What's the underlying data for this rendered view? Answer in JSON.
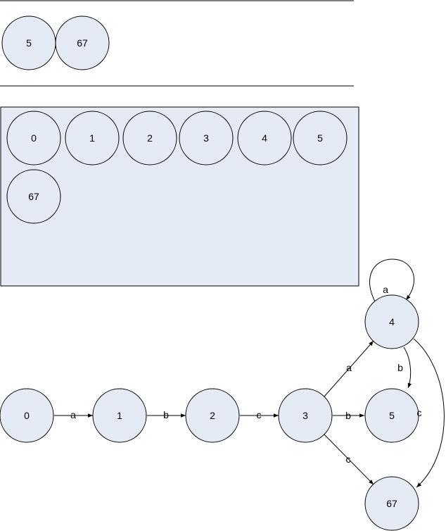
{
  "top_set": {
    "nodes": [
      "5",
      "67"
    ]
  },
  "state_panel": {
    "nodes": [
      "0",
      "1",
      "2",
      "3",
      "4",
      "5",
      "67"
    ]
  },
  "automaton": {
    "nodes": [
      "0",
      "1",
      "2",
      "3",
      "4",
      "5",
      "67"
    ],
    "edges": [
      {
        "from": "0",
        "to": "1",
        "label": "a"
      },
      {
        "from": "1",
        "to": "2",
        "label": "b"
      },
      {
        "from": "2",
        "to": "3",
        "label": "c"
      },
      {
        "from": "3",
        "to": "4",
        "label": "a"
      },
      {
        "from": "3",
        "to": "5",
        "label": "b"
      },
      {
        "from": "3",
        "to": "67",
        "label": "c"
      },
      {
        "from": "4",
        "to": "4",
        "label": "a"
      },
      {
        "from": "4",
        "to": "5",
        "label": "b"
      },
      {
        "from": "4",
        "to": "67",
        "label": "c"
      }
    ]
  },
  "colors": {
    "node_fill": "#e5ebf5",
    "panel_fill": "#e5ebf5",
    "stroke": "#000000"
  }
}
